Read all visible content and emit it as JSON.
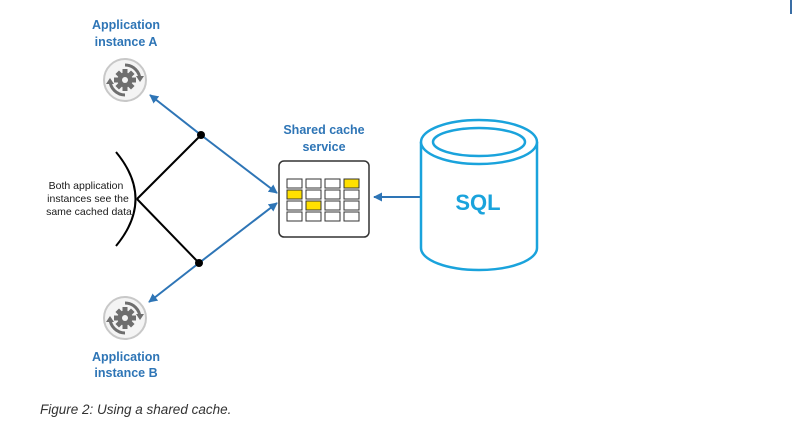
{
  "colors": {
    "label": "#2e75b6",
    "arrow": "#2e75b6",
    "sql": "#1aa3dc",
    "highlight": "#ffe000",
    "gear": "#6e6e6e",
    "text": "#1a1a1a"
  },
  "app_a": {
    "line1": "Application",
    "line2": "instance A",
    "icon": "gear-icon"
  },
  "app_b": {
    "line1": "Application",
    "line2": "instance B",
    "icon": "gear-icon"
  },
  "cache": {
    "line1": "Shared cache",
    "line2": "service",
    "icon": "cache-grid-icon"
  },
  "database": {
    "label": "SQL",
    "icon": "database-cylinder-icon"
  },
  "annotation": {
    "line1": "Both application",
    "line2": "instances see the",
    "line3": "same cached data"
  },
  "caption": "Figure 2: Using a shared cache."
}
